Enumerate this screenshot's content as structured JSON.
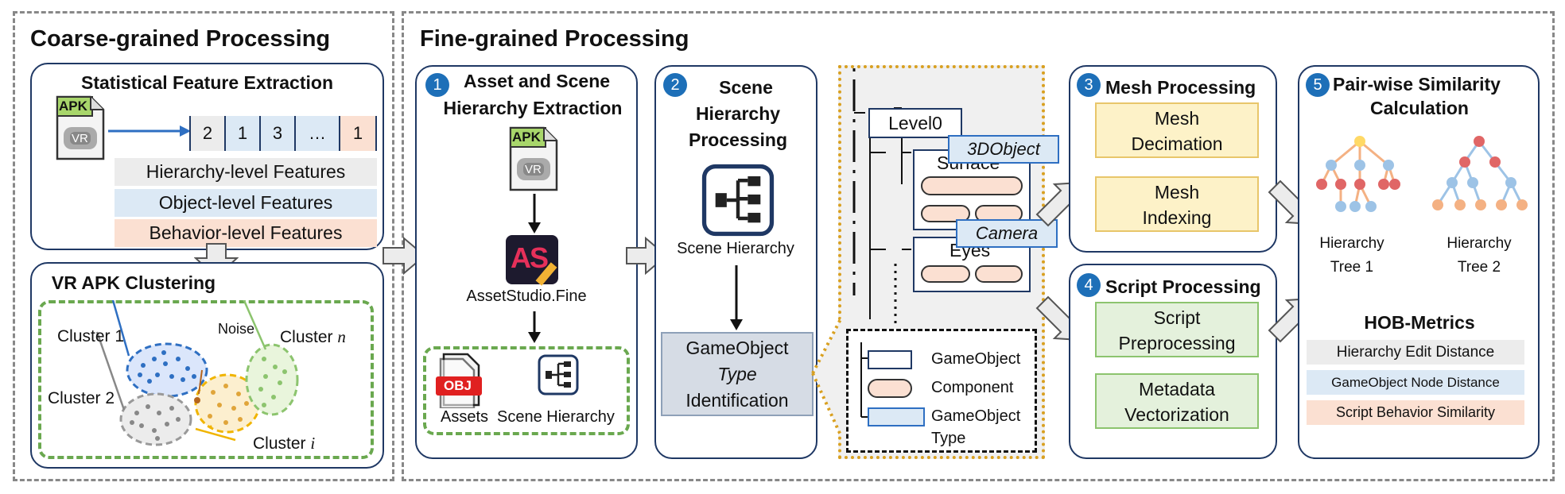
{
  "coarse": {
    "title": "Coarse-grained Processing",
    "stat": {
      "title": "Statistical Feature Extraction",
      "apk_label": "APK",
      "vr_label": "VR",
      "vector": [
        "2",
        "1",
        "3",
        "…",
        "1"
      ],
      "features": [
        "Hierarchy-level Features",
        "Object-level Features",
        "Behavior-level Features"
      ]
    },
    "clustering": {
      "title": "VR APK Clustering",
      "cluster1": "Cluster 1",
      "cluster2": "Cluster 2",
      "noise": "Noise",
      "clustern_prefix": "Cluster ",
      "clustern_var": "n",
      "clusteri_prefix": "Cluster ",
      "clusteri_var": "i"
    }
  },
  "fine": {
    "title": "Fine-grained Processing",
    "asset": {
      "num": "1",
      "title_line1": "Asset and Scene",
      "title_line2": "Hierarchy Extraction",
      "apk_label": "APK",
      "vr_label": "VR",
      "as_logo": "AS",
      "tool": "AssetStudio.Fine",
      "obj_label": "OBJ",
      "assets": "Assets",
      "scene_hierarchy": "Scene Hierarchy"
    },
    "scene": {
      "num": "2",
      "title_line1": "Scene",
      "title_line2": "Hierarchy",
      "title_line3": "Processing",
      "scene_hierarchy": "Scene Hierarchy",
      "type_line1": "GameObject",
      "type_line2": "Type",
      "type_line3": "Identification"
    },
    "detail": {
      "level0": "Level0",
      "tag_3d": "3DObject",
      "surface": "Surface",
      "tag_camera": "Camera",
      "eyes": "Eyes",
      "legend_gameobject": "GameObject",
      "legend_component": "Component",
      "legend_type_line1": "GameObject",
      "legend_type_line2": "Type"
    },
    "mesh": {
      "num": "3",
      "title": "Mesh Processing",
      "box1_line1": "Mesh",
      "box1_line2": "Decimation",
      "box2_line1": "Mesh",
      "box2_line2": "Indexing"
    },
    "script": {
      "num": "4",
      "title": "Script Processing",
      "box1_line1": "Script",
      "box1_line2": "Preprocessing",
      "box2_line1": "Metadata",
      "box2_line2": "Vectorization"
    },
    "similarity": {
      "num": "5",
      "title_line1": "Pair-wise Similarity",
      "title_line2": "Calculation",
      "tree1_line1": "Hierarchy",
      "tree1_line2": "Tree 1",
      "tree2_line1": "Hierarchy",
      "tree2_line2": "Tree 2",
      "metrics_title": "HOB-Metrics",
      "metrics": [
        "Hierarchy Edit Distance",
        "GameObject Node Distance",
        "Script Behavior Similarity"
      ]
    }
  },
  "colors": {
    "navy": "#1f3864",
    "step_blue": "#1d6fb8",
    "grey_feature": "#ececec",
    "blue_feature": "#dce9f5",
    "orange_feature": "#fbe0d2",
    "yellow_box": "#fdf2c8",
    "green_box": "#e4f1dc",
    "green_dash": "#6aa84f",
    "gold_dots": "#d9a020"
  }
}
